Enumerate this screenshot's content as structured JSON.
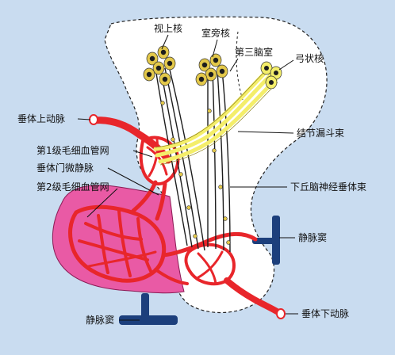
{
  "labels": {
    "optic_nucleus": "视上核",
    "paraventricular_nucleus": "室旁核",
    "third_ventricle": "第三脑室",
    "arcuate_nucleus": "弓状核",
    "superior_hypophyseal_artery": "垂体上动脉",
    "tuberoinfundibular_tract": "结节漏斗束",
    "primary_capillary_net": "第1级毛细血管网",
    "portal_veins": "垂体门微静脉",
    "secondary_capillary_net": "第2级毛细血管网",
    "hypothalamo_hypophyseal_tract": "下丘脑神经垂体束",
    "venous_sinus_right": "静脉窦",
    "venous_sinus_left": "静脉窦",
    "inferior_hypophyseal_artery": "垂体下动脉"
  },
  "colors": {
    "background": "#c9dcf0",
    "brain_tissue": "#ffffff",
    "anterior_lobe": "#e95aa5",
    "artery": "#e8262b",
    "vein": "#1c3f7c",
    "yellow_tract": "#f4ee6a",
    "neuron_dark": "#1d1d1d"
  }
}
